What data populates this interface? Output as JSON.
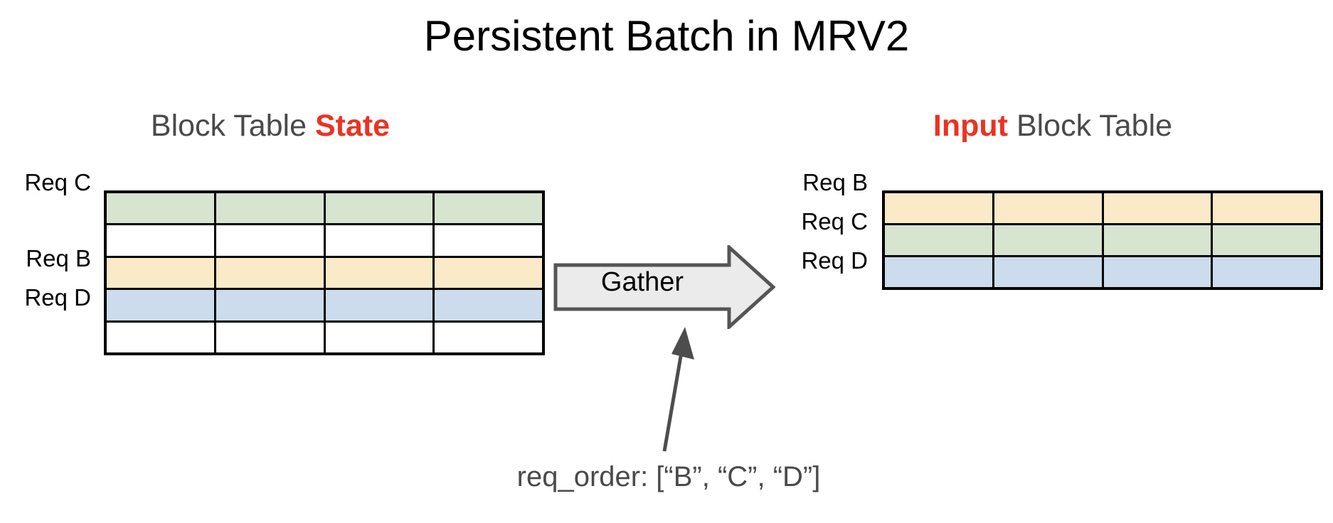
{
  "title": "Persistent Batch in MRV2",
  "colors": {
    "accent_red": "#ea3323",
    "heading_gray": "#4a4a4a",
    "green": "#d7e4d0",
    "yellow": "#fbeac8",
    "blue": "#ccdcec",
    "empty": "#ffffff",
    "border": "#000000",
    "arrow_fill": "#ebebeb",
    "arrow_stroke": "#555555",
    "pointer": "#4d4d4d"
  },
  "left_panel": {
    "heading_prefix": "Block Table ",
    "heading_accent": "State",
    "row_labels": [
      "Req C",
      "",
      "Req B",
      "Req D",
      ""
    ],
    "columns": 4,
    "rows": 5,
    "row_colors": [
      "#d7e4d0",
      "#ffffff",
      "#fbeac8",
      "#ccdcec",
      "#ffffff"
    ]
  },
  "right_panel": {
    "heading_accent": "Input",
    "heading_suffix": " Block Table",
    "row_labels": [
      "Req B",
      "Req C",
      "Req D"
    ],
    "columns": 4,
    "rows": 3,
    "row_colors": [
      "#fbeac8",
      "#d7e4d0",
      "#ccdcec"
    ]
  },
  "gather": {
    "label": "Gather"
  },
  "caption": {
    "text": "req_order: [“B”, “C”, “D”]"
  }
}
